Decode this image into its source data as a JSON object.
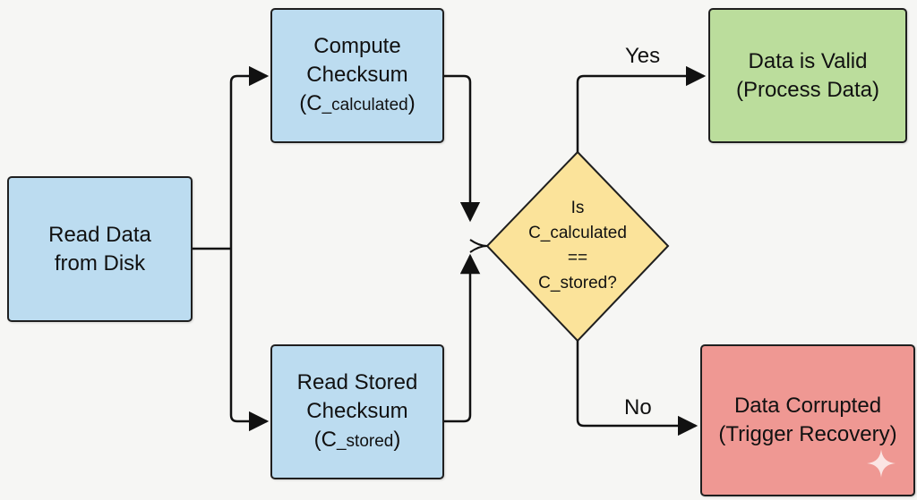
{
  "nodes": {
    "read_data": {
      "line1": "Read Data",
      "line2": "from Disk"
    },
    "compute_checksum": {
      "line1": "Compute",
      "line2": "Checksum",
      "paren_open": "(C",
      "sub": "_calculated",
      "paren_close": ")"
    },
    "read_stored": {
      "line1": "Read Stored",
      "line2": "Checksum",
      "paren_open": "(C",
      "sub": "_stored",
      "paren_close": ")"
    },
    "decision": {
      "line1": "Is",
      "line2": "C_calculated",
      "line3": "==",
      "line4": "C_stored?"
    },
    "data_valid": {
      "line1": "Data is Valid",
      "line2": "(Process Data)"
    },
    "data_corrupted": {
      "line1": "Data Corrupted",
      "line2": "(Trigger Recovery)"
    }
  },
  "edges": {
    "yes_label": "Yes",
    "no_label": "No"
  },
  "colors": {
    "process_blue": "#bcdcf0",
    "decision_yellow": "#fbe39a",
    "valid_green": "#bbdd9c",
    "corrupt_red": "#ef9893",
    "stroke": "#1f1f1f",
    "background": "#f6f6f4"
  },
  "icons": {
    "watermark": "sparkle-icon"
  }
}
